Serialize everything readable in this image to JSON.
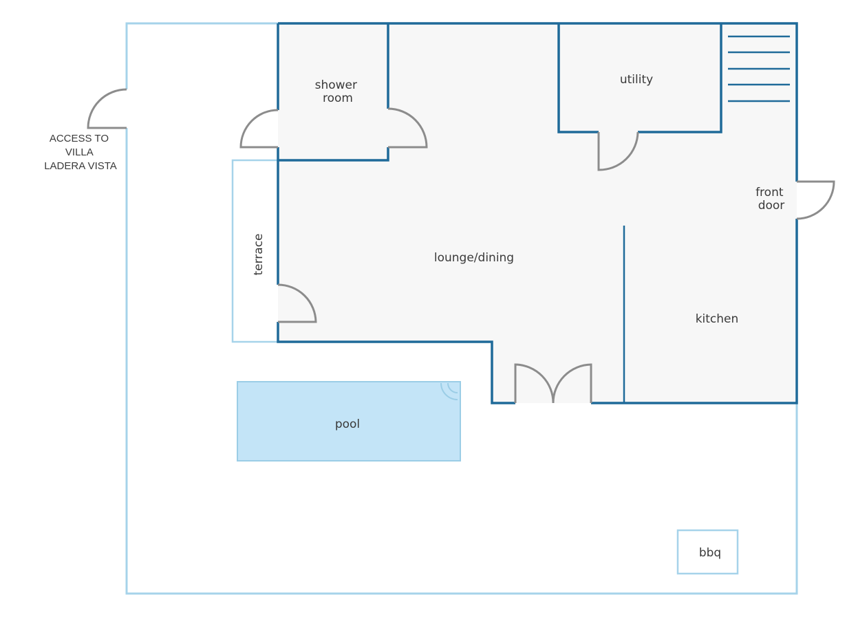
{
  "colors": {
    "house_wall": "#1f6a99",
    "garden_boundary": "#a6d3ea",
    "door_swing": "#8c8c8c",
    "floor_fill": "#f7f7f7",
    "pool_fill": "#c3e4f7",
    "pool_border": "#9bcde6",
    "label_text": "#3a3a3a"
  },
  "labels": {
    "access": [
      "ACCESS TO",
      "VILLA",
      "LADERA VISTA"
    ],
    "shower_room": [
      "shower",
      "room"
    ],
    "utility": "utility",
    "front_door": [
      "front",
      "door"
    ],
    "terrace": "terrace",
    "lounge_dining": "lounge/dining",
    "kitchen": "kitchen",
    "pool": "pool",
    "bbq": "bbq"
  },
  "icons": [
    "stairs-icon",
    "door-swing-icon",
    "double-door-icon",
    "pool-steps-icon"
  ]
}
